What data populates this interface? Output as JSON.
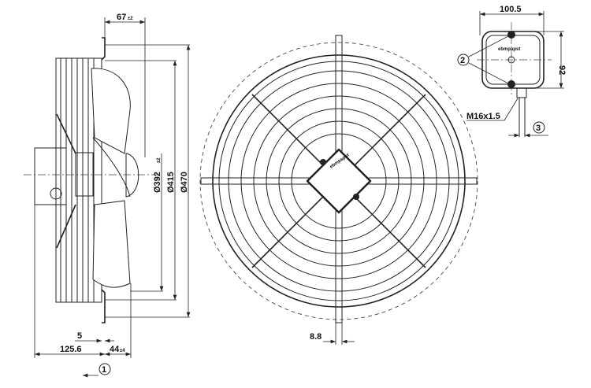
{
  "drawing": {
    "side_view": {
      "dim_depth_top": "67",
      "dim_depth_top_tol": "±2",
      "dim_dia_1": "Ø392",
      "dim_dia_1_tol": "±2",
      "dim_dia_2": "Ø415",
      "dim_dia_3": "Ø470",
      "dim_5": "5",
      "dim_125_6": "125.6",
      "dim_44": "44",
      "dim_44_tol": "±4",
      "callout_1": "1"
    },
    "front_view": {
      "dim_8_8": "8.8",
      "brand_label": "ebmpapst"
    },
    "terminal_box": {
      "dim_width": "100.5",
      "dim_height": "92",
      "thread": "M16x1.5",
      "callout_2": "2",
      "callout_3": "3",
      "brand_label": "ebmpapst"
    }
  }
}
